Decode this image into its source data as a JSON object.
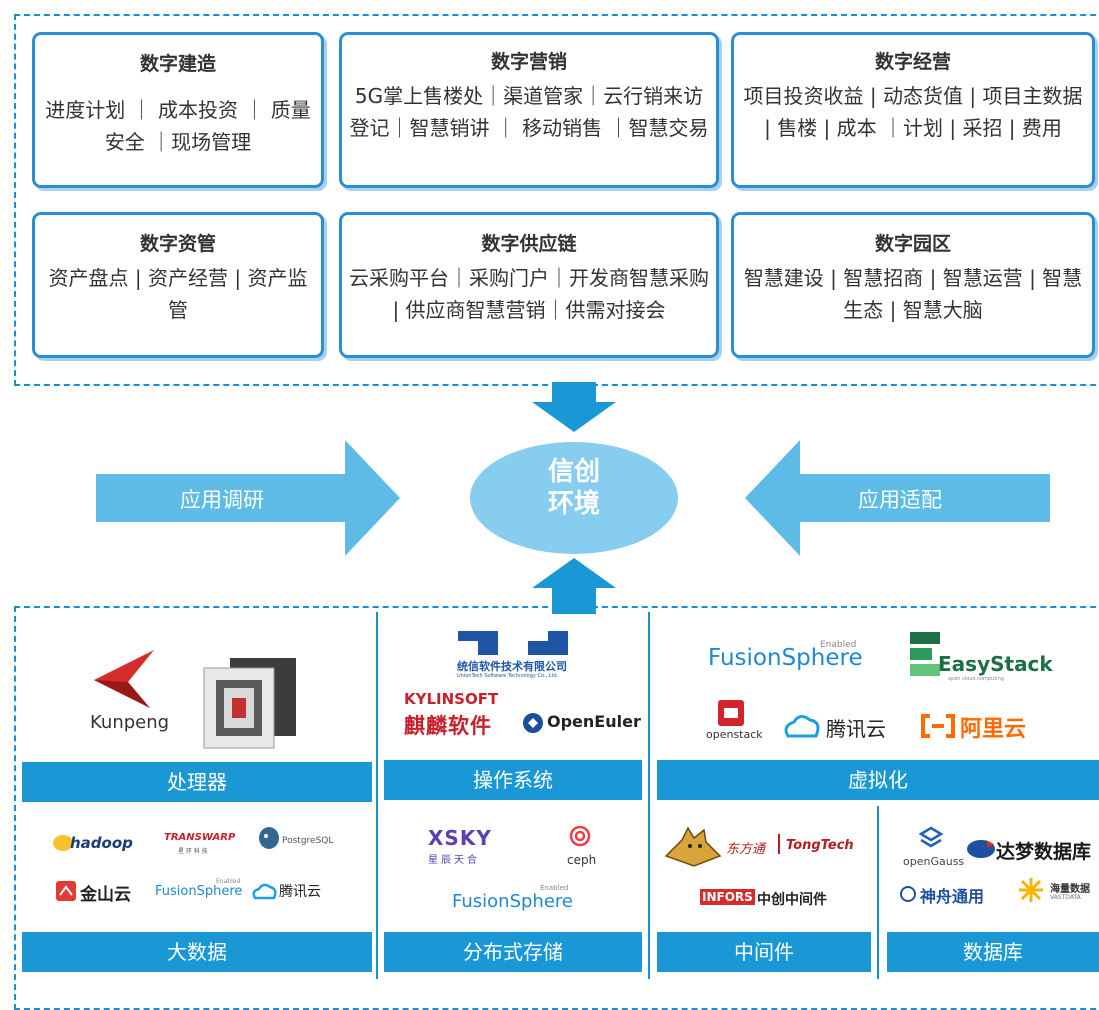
{
  "top_cards": [
    {
      "title": "数字建造",
      "text": "进度计划 ｜ 成本投资 ｜ 质量安全 ｜现场管理"
    },
    {
      "title": "数字营销",
      "text": "5G掌上售楼处｜渠道管家｜云行销来访登记｜智慧销讲 ｜ 移动销售 ｜智慧交易"
    },
    {
      "title": "数字经营",
      "text": "项目投资收益 | 动态货值 | 项目主数据 | 售楼 | 成本 ｜计划 | 采招 | 费用"
    },
    {
      "title": "数字资管",
      "text": "资产盘点 | 资产经营 | 资产监管"
    },
    {
      "title": "数字供应链",
      "text": "云采购平台｜采购门户｜开发商智慧采购 | 供应商智慧营销｜供需对接会"
    },
    {
      "title": "数字园区",
      "text": "智慧建设 | 智慧招商 | 智慧运营 | 智慧生态 | 智慧大脑"
    }
  ],
  "center": {
    "line1": "信创",
    "line2": "环境"
  },
  "left_arrow": "应用调研",
  "right_arrow": "应用适配",
  "bars": {
    "processor": "处理器",
    "os": "操作系统",
    "virtualization": "虚拟化",
    "bigdata": "大数据",
    "storage": "分布式存储",
    "middleware": "中间件",
    "database": "数据库"
  },
  "logos": {
    "kunpeng": "Kunpeng",
    "uniontech": "统信软件技术有限公司",
    "uniontech_en": "UnionTech Software Technology Co., Ltd.",
    "kylinsoft": "KYLINSOFT",
    "kylinsoft_cn": "麒麟软件",
    "openeuler": "OpenEuler",
    "fusionsphere": "FusionSphere",
    "enabled": "Enabled",
    "easystack": "EasyStack",
    "easystack_sub": "open cloud computing",
    "openstack": "openstack",
    "tencent": "腾讯云",
    "aliyun": "阿里云",
    "hadoop": "hadoop",
    "transwarp": "TRANSWARP",
    "transwarp_cn": "星 环 科 技",
    "postgresql": "PostgreSQL",
    "kingsoft": "金山云",
    "xsky": "XSKY",
    "xsky_cn": "星辰天合",
    "ceph": "ceph",
    "tongtech_cn": "东方通",
    "tongtech": "TongTech",
    "infors": "INFORS",
    "infors_cn": "中创中间件",
    "opengauss": "openGauss",
    "dameng": "达梦数据库",
    "shenzhou": "神舟通用",
    "vastdata": "海量数据",
    "vastdata_en": "VASTDATA"
  },
  "colors": {
    "primary": "#1a98d5",
    "light_arrow": "#5dbbe6",
    "ellipse": "#86cdef"
  }
}
